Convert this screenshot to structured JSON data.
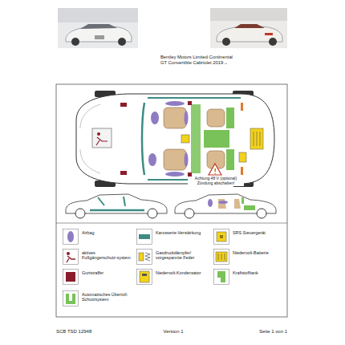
{
  "diagram": {
    "title": "Bentley Motors Limited Continental GT Convertible Cabriolet 2019→",
    "labels": [
      "Achtung 48 V (optional) Zündung abschalten!",
      "SCB TSD 12948",
      "Version 1",
      "Seite 1 von 1"
    ],
    "legend": [
      {
        "text": "Airbag",
        "color": "#8e7cc3"
      },
      {
        "text": "Karosserie-Verstärkung",
        "color": "#3d8c84"
      },
      {
        "text": "SRS Steuergerät"
      },
      {
        "text": "aktives Fußgängerschutz-system"
      },
      {
        "text": "Gasdruckdämpfer/ vorgespannte Feder"
      },
      {
        "text": "Niedervolt-Batterie"
      },
      {
        "text": "Gurtstraffer",
        "color": "#8b1c2c"
      },
      {
        "text": "Niedervolt-Kondensator"
      },
      {
        "text": "Kraftstofftank",
        "color": "#79c25a"
      },
      {
        "text": "Automatisches Überroll-Schutzsystem",
        "color": "#79c25a"
      }
    ]
  }
}
